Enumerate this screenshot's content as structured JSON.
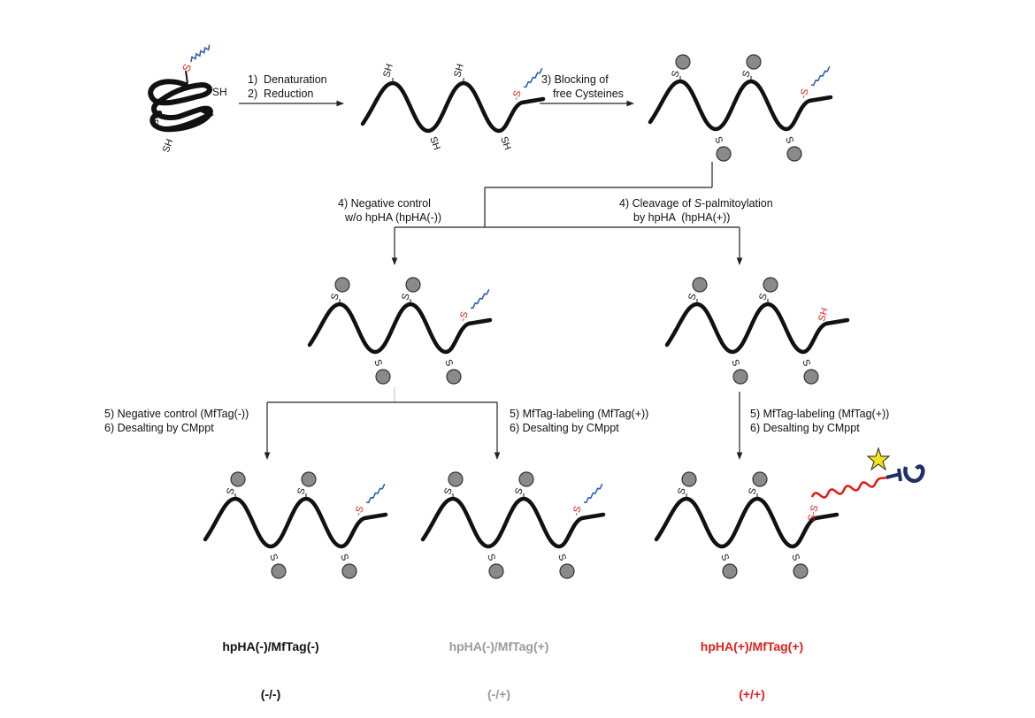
{
  "steps": {
    "s1": "1)  Denaturation",
    "s2": "2)  Reduction",
    "s3a": "3) Blocking of",
    "s3b": "free Cysteines",
    "neg_a": "4) Negative control",
    "neg_b": "w/o hpHA (hpHA(-))",
    "cleave_a": "4) Cleavage of ",
    "cleave_a_italic": "S",
    "cleave_a_rest": "-palmitoylation",
    "cleave_b": "by hpHA  (hpHA(+))",
    "mf_neg_a": "5) Negative control (MfTag(-))",
    "mf_neg_b": "6) Desalting by CMppt",
    "mf_pos_a": "5) MfTag-labeling (MfTag(+))",
    "mf_pos_b": "6) Desalting by CMppt",
    "mf_pos2_a": "5) MfTag-labeling (MfTag(+))",
    "mf_pos2_b": "6) Desalting by CMppt"
  },
  "chem": {
    "sh": "SH",
    "s": "S",
    "ss": "S-S",
    "sdash": "-S"
  },
  "results": [
    {
      "name": "hpHA(-)/MfTag(-)",
      "code": "(-/-)",
      "color": "#111111"
    },
    {
      "name": "hpHA(-)/MfTag(+)",
      "code": "(-/+)",
      "color": "#9a9a9a"
    },
    {
      "name": "hpHA(+)/MfTag(+)",
      "code": "(+/+)",
      "color": "#e0201b"
    }
  ],
  "colors": {
    "chain": "#111111",
    "palmitoyl": "#2f5fb3",
    "thiol_red": "#e0201b",
    "block_fill": "#8a8a8a",
    "tag_red": "#e0201b",
    "tag_navy": "#1f2f6b",
    "star": "#f2e21a"
  }
}
